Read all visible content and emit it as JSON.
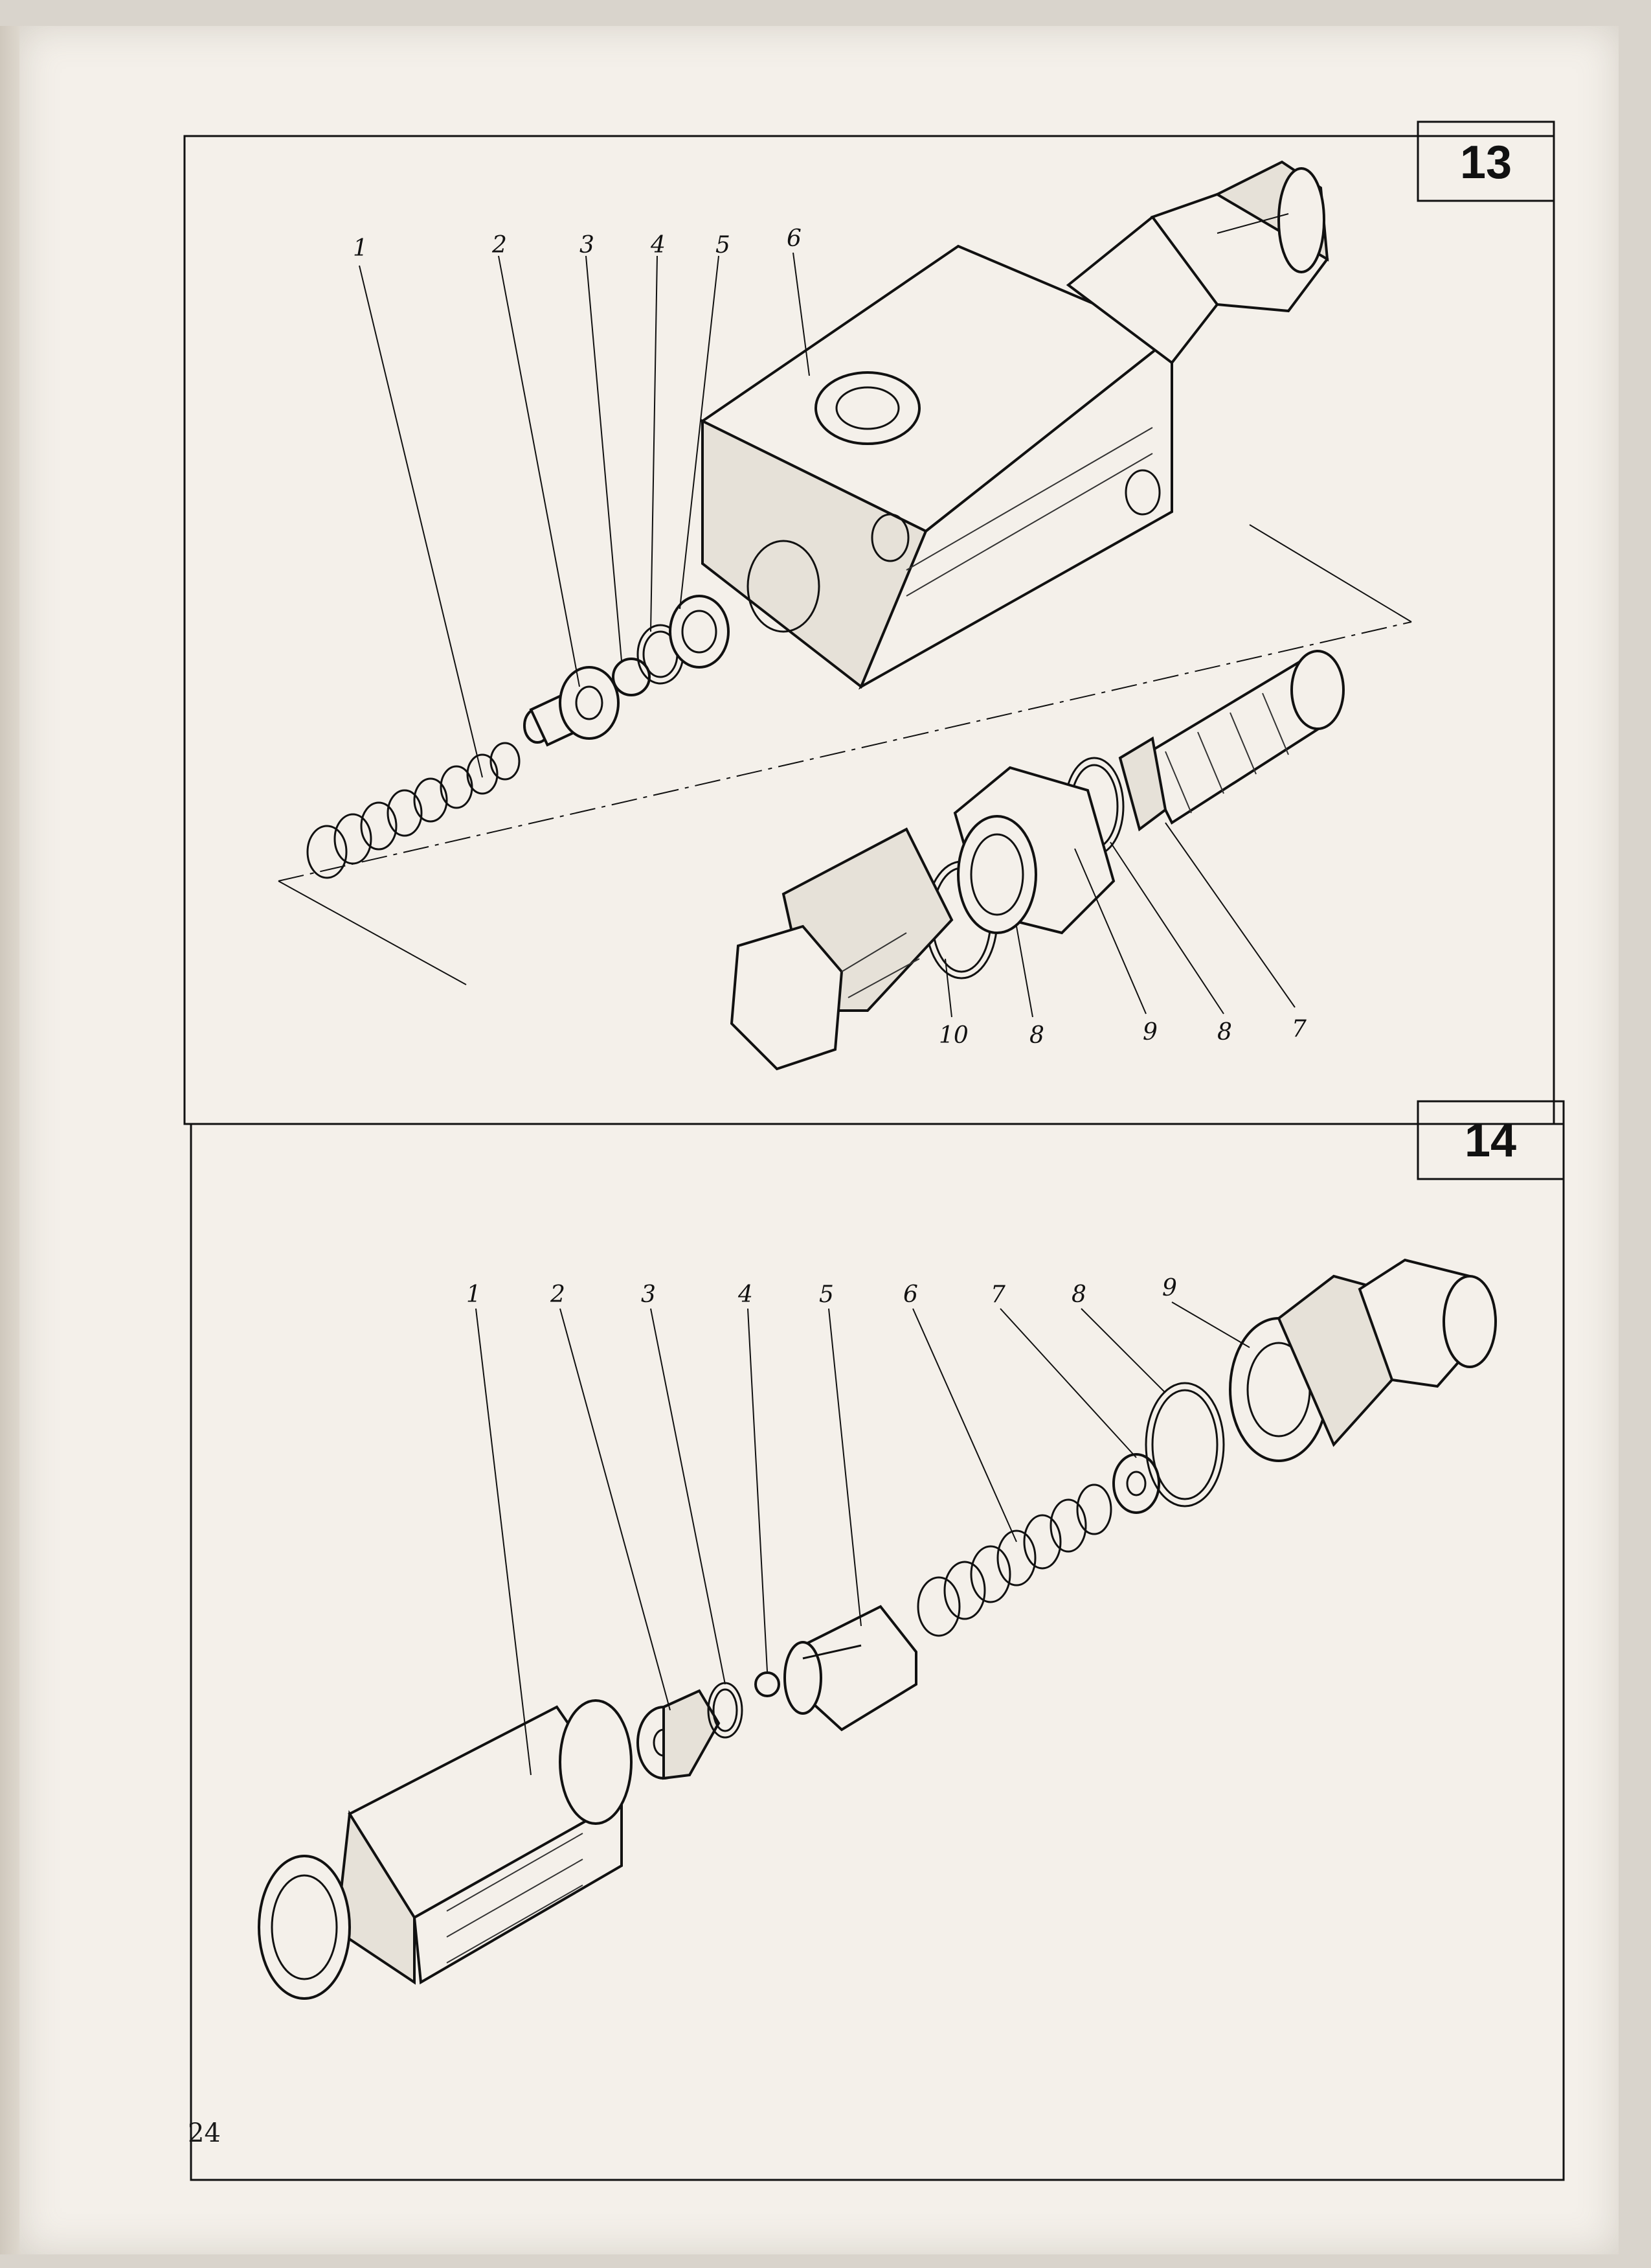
{
  "plates": [
    {
      "number": "13",
      "callouts": [
        "1",
        "2",
        "3",
        "4",
        "5",
        "6",
        "7",
        "8",
        "9",
        "8",
        "10"
      ]
    },
    {
      "number": "14",
      "callouts": [
        "1",
        "2",
        "3",
        "4",
        "5",
        "6",
        "7",
        "8",
        "9"
      ]
    }
  ],
  "page_number": "24"
}
